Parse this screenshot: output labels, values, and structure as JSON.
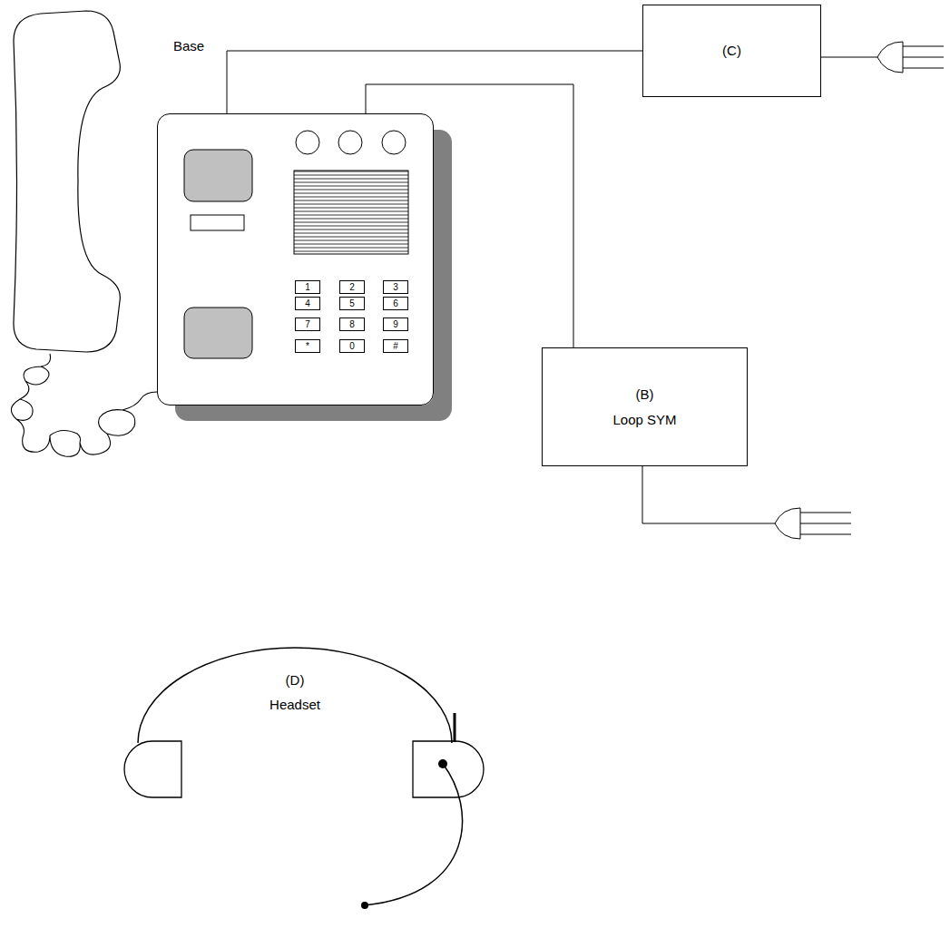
{
  "diagram": {
    "nodes": [
      {
        "text": [
          "Base"
        ]
      },
      {
        "text": [
          "1"
        ],
        "in": 0
      },
      {
        "text": [
          "2"
        ],
        "in": 0
      },
      {
        "text": [
          "3"
        ],
        "in": 0
      },
      {
        "text": [
          "4"
        ],
        "in": 0
      },
      {
        "text": [
          "5"
        ],
        "in": 0
      },
      {
        "text": [
          "6"
        ],
        "in": 0
      },
      {
        "text": [
          "7"
        ],
        "in": 0
      },
      {
        "text": [
          "8"
        ],
        "in": 0
      },
      {
        "text": [
          "9"
        ],
        "in": 0
      },
      {
        "text": [
          "*"
        ],
        "in": 0
      },
      {
        "text": [
          "0"
        ],
        "in": 0
      },
      {
        "text": [
          "#"
        ],
        "in": 0
      },
      {
        "text": [
          "(C)"
        ]
      },
      {
        "text": [
          "(B)",
          "Loop SYM"
        ]
      },
      {
        "text": [
          "(D)",
          "Headset"
        ]
      }
    ],
    "edges": [
      {
        "from": 0,
        "to": 13,
        "arrow": "none"
      },
      {
        "from": 0,
        "to": 14,
        "arrow": "none"
      }
    ]
  }
}
